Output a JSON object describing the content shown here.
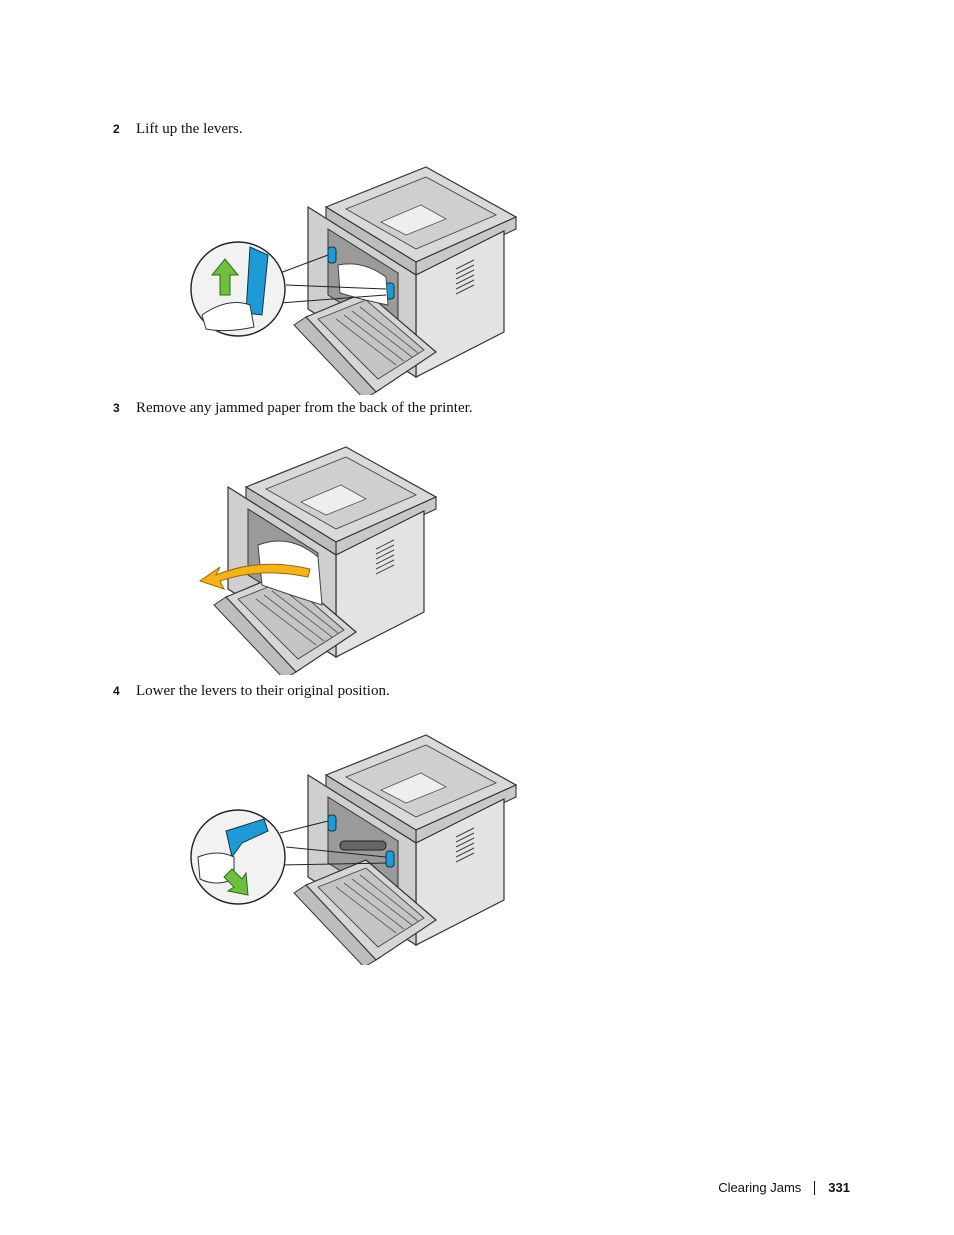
{
  "steps": [
    {
      "number": "2",
      "text": "Lift up the levers."
    },
    {
      "number": "3",
      "text": "Remove any jammed paper from the back of the printer."
    },
    {
      "number": "4",
      "text": "Lower the levers to their original position."
    }
  ],
  "footer": {
    "section": "Clearing Jams",
    "page": "331"
  },
  "colors": {
    "lever": "#1e9bd7",
    "arrow_up": "#6fbf3f",
    "arrow_remove": "#f4b21c"
  }
}
